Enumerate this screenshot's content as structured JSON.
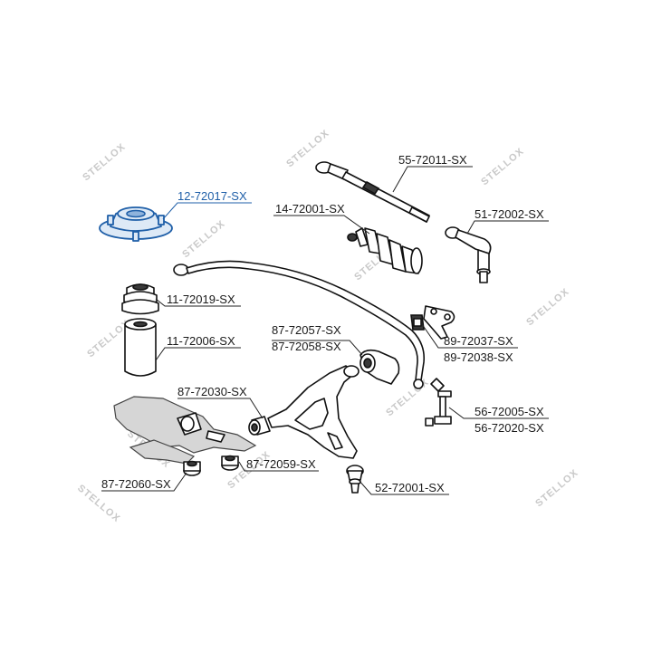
{
  "watermark": {
    "text": "STELLOX"
  },
  "labels": [
    {
      "id": "12-72017",
      "text": "12-72017-SX",
      "highlight": true
    },
    {
      "id": "55-72011",
      "text": "55-72011-SX"
    },
    {
      "id": "14-72001",
      "text": "14-72001-SX"
    },
    {
      "id": "51-72002",
      "text": "51-72002-SX"
    },
    {
      "id": "11-72019",
      "text": "11-72019-SX"
    },
    {
      "id": "11-72006",
      "text": "11-72006-SX"
    },
    {
      "id": "87-72057",
      "text": "87-72057-SX"
    },
    {
      "id": "87-72058",
      "text": "87-72058-SX"
    },
    {
      "id": "89-72037",
      "text": "89-72037-SX"
    },
    {
      "id": "89-72038",
      "text": "89-72038-SX"
    },
    {
      "id": "87-72030",
      "text": "87-72030-SX"
    },
    {
      "id": "56-72005",
      "text": "56-72005-SX"
    },
    {
      "id": "56-72020",
      "text": "56-72020-SX"
    },
    {
      "id": "87-72059",
      "text": "87-72059-SX"
    },
    {
      "id": "87-72060",
      "text": "87-72060-SX"
    },
    {
      "id": "52-72001",
      "text": "52-72001-SX"
    }
  ],
  "colors": {
    "highlight": "#1f5fa8",
    "line": "#222222",
    "watermark": "#c9c9c9"
  }
}
